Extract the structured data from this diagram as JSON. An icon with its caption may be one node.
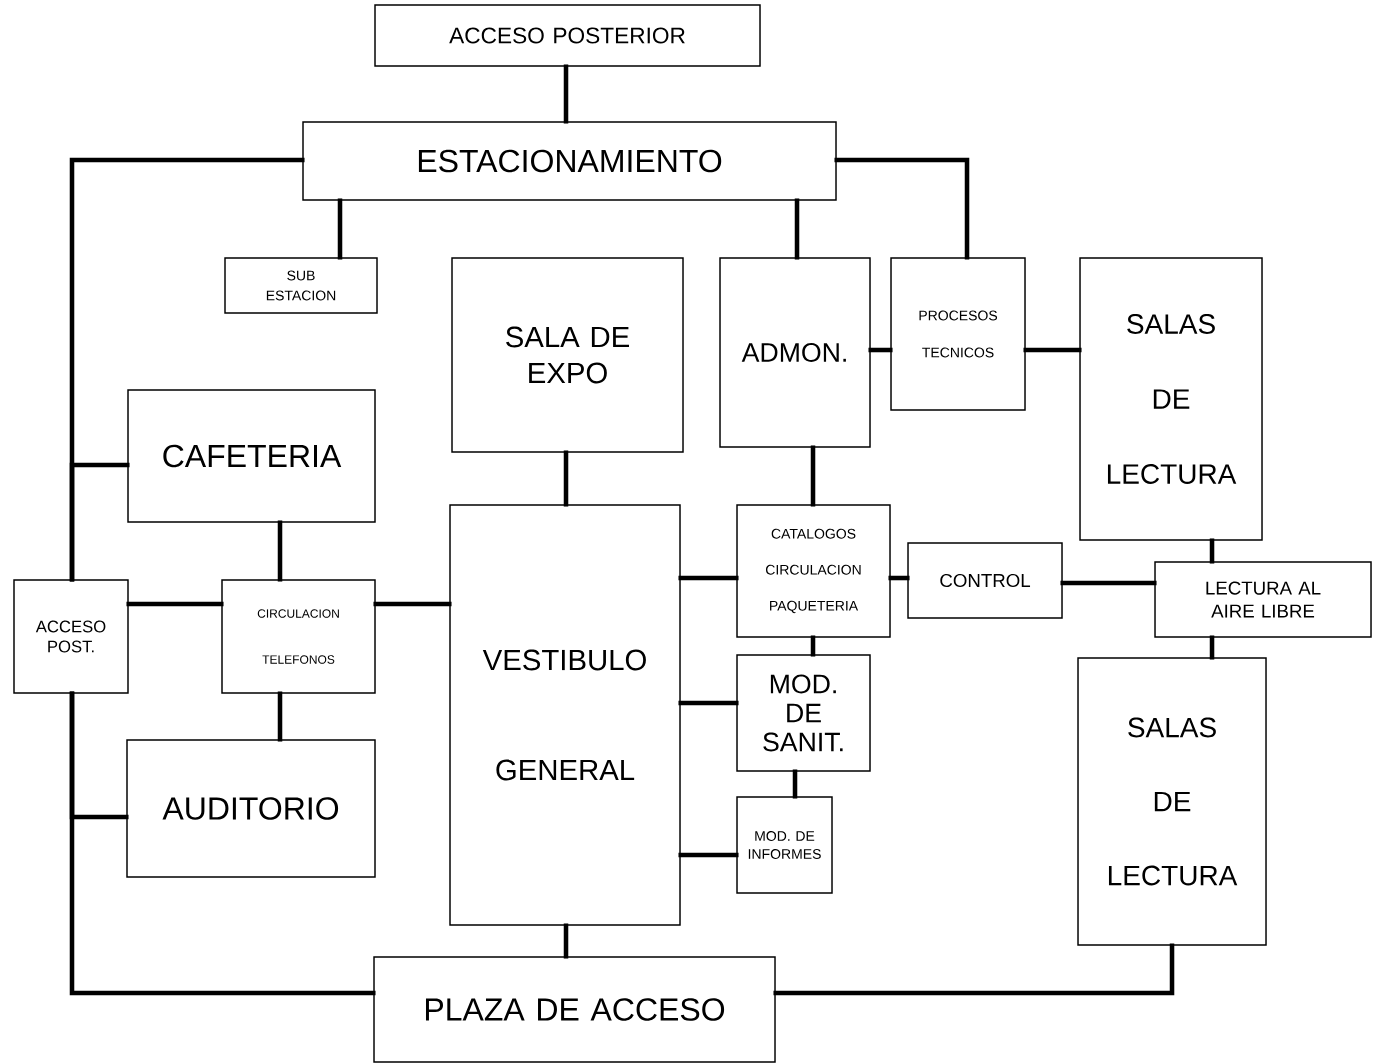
{
  "diagram": {
    "nodes": [
      {
        "text": [
          "ACCESO POSTERIOR"
        ]
      },
      {
        "text": [
          "ESTACIONAMIENTO"
        ]
      },
      {
        "text": [
          "SUB ESTACION"
        ]
      },
      {
        "text": [
          "SALA DE EXPO"
        ]
      },
      {
        "text": [
          "ADMON."
        ]
      },
      {
        "text": [
          "PROCESOS TECNICOS"
        ]
      },
      {
        "text": [
          "SALAS DE LECTURA"
        ]
      },
      {
        "text": [
          "CAFETERIA"
        ]
      },
      {
        "text": [
          "VESTIBULO GENERAL"
        ]
      },
      {
        "text": [
          "CATALOGOS",
          "CIRCULACION",
          "PAQUETERIA"
        ]
      },
      {
        "text": [
          "CONTROL"
        ]
      },
      {
        "text": [
          "LECTURA AL AIRE LIBRE"
        ]
      },
      {
        "text": [
          "ACCESO POST."
        ]
      },
      {
        "text": [
          "CIRCULACION",
          "TELEFONOS"
        ]
      },
      {
        "text": [
          "MOD. DE SANIT."
        ]
      },
      {
        "text": [
          "AUDITORIO"
        ]
      },
      {
        "text": [
          "MOD. DE INFORMES"
        ]
      },
      {
        "text": [
          "SALAS DE LECTURA"
        ]
      },
      {
        "text": [
          "PLAZA DE ACCESO"
        ]
      }
    ],
    "edges": [
      {
        "from": 0,
        "to": 1,
        "arrow": "none"
      },
      {
        "from": 1,
        "to": 2,
        "arrow": "none"
      },
      {
        "from": 1,
        "to": 4,
        "arrow": "none"
      },
      {
        "from": 1,
        "to": 5,
        "arrow": "none"
      },
      {
        "from": 1,
        "to": 12,
        "arrow": "none"
      },
      {
        "from": 7,
        "to": 12,
        "arrow": "none"
      },
      {
        "from": 3,
        "to": 8,
        "arrow": "none"
      },
      {
        "from": 4,
        "to": 5,
        "arrow": "none"
      },
      {
        "from": 5,
        "to": 6,
        "arrow": "none"
      },
      {
        "from": 4,
        "to": 9,
        "arrow": "none"
      },
      {
        "from": 7,
        "to": 13,
        "arrow": "none"
      },
      {
        "from": 12,
        "to": 13,
        "arrow": "none"
      },
      {
        "from": 13,
        "to": 8,
        "arrow": "none"
      },
      {
        "from": 13,
        "to": 15,
        "arrow": "none"
      },
      {
        "from": 8,
        "to": 9,
        "arrow": "none"
      },
      {
        "from": 8,
        "to": 14,
        "arrow": "none"
      },
      {
        "from": 8,
        "to": 16,
        "arrow": "none"
      },
      {
        "from": 9,
        "to": 10,
        "arrow": "none"
      },
      {
        "from": 10,
        "to": 11,
        "arrow": "none"
      },
      {
        "from": 9,
        "to": 14,
        "arrow": "none"
      },
      {
        "from": 14,
        "to": 16,
        "arrow": "none"
      },
      {
        "from": 6,
        "to": 11,
        "arrow": "none"
      },
      {
        "from": 11,
        "to": 17,
        "arrow": "none"
      },
      {
        "from": 12,
        "to": 18,
        "arrow": "none"
      },
      {
        "from": 15,
        "to": 12,
        "arrow": "none"
      },
      {
        "from": 8,
        "to": 18,
        "arrow": "none"
      },
      {
        "from": 18,
        "to": 17,
        "arrow": "none"
      }
    ]
  }
}
